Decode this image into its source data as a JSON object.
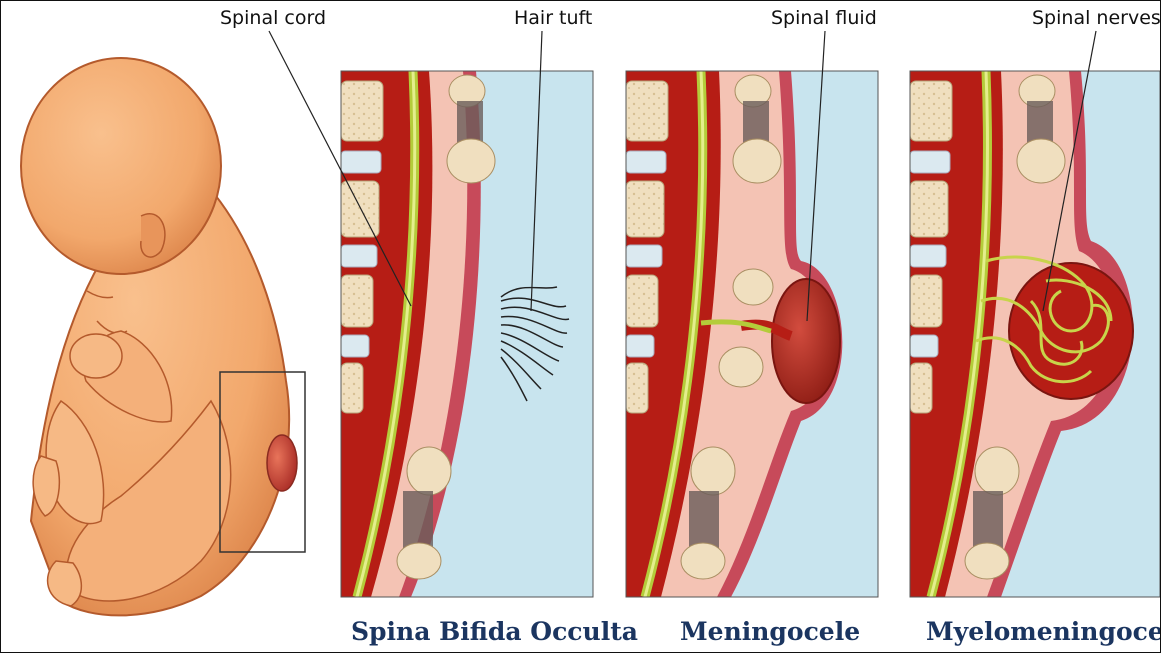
{
  "labels": {
    "spinal_cord": "Spinal cord",
    "hair_tuft": "Hair tuft",
    "spinal_fluid": "Spinal fluid",
    "spinal_nerves": "Spinal nerves"
  },
  "panels": [
    {
      "title": "Spina Bifida Occulta"
    },
    {
      "title": "Meningocele"
    },
    {
      "title": "Myelomeningocele"
    }
  ],
  "colors": {
    "skin": "#f2a86c",
    "skin_shadow": "#d97f45",
    "background_fluid": "#c8e4ee",
    "tissue_red": "#b61d15",
    "tissue_pink": "#f4c3b4",
    "spinal_cord": "#b4cc3a",
    "bone": "#f0dfbf",
    "title_navy": "#1b3560"
  }
}
